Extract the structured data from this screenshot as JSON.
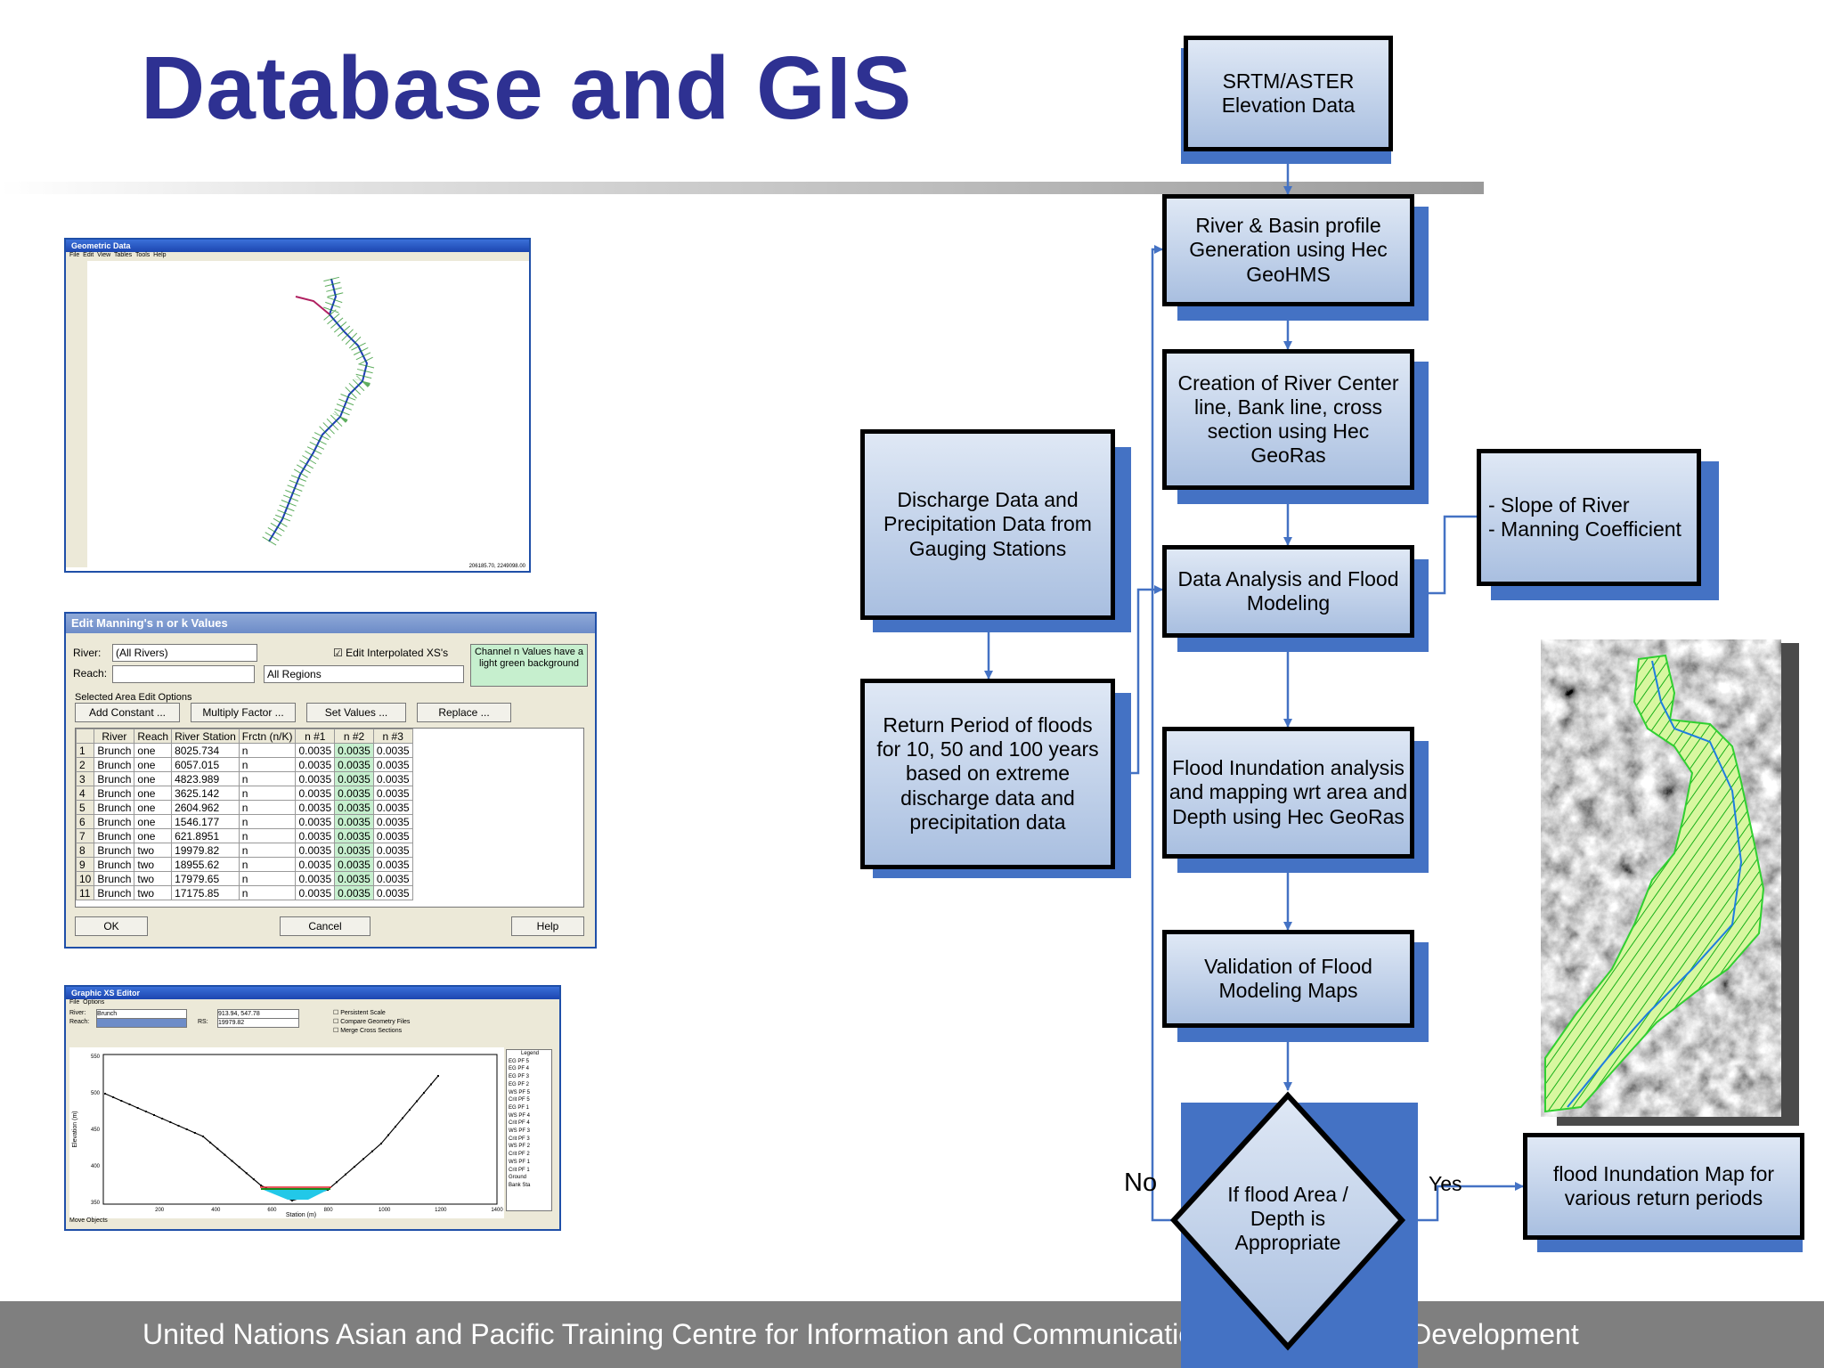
{
  "title": "Database and GIS",
  "footer": "United Nations Asian and Pacific Training Centre for Information and Communication Technology for Development",
  "flowchart": {
    "nodes": {
      "srtm": "SRTM/ASTER\nElevation Data",
      "river_basin": "River & Basin profile\nGeneration using Hec\nGeoHMS",
      "creation": "Creation of  River Center\nline, Bank line, cross\nsection using Hec\nGeoRas",
      "discharge": "Discharge Data and\nPrecipitation Data from\nGauging Stations",
      "analysis": "Data Analysis and Flood\nModeling",
      "slope": "- Slope of River\n- Manning Coefficient",
      "return_period": "Return Period of floods\nfor 10, 50 and 100 years\nbased on extreme\ndischarge data and\nprecipitation data",
      "inundation": "Flood Inundation analysis\nand mapping wrt area and\nDepth using Hec GeoRas",
      "validation": "Validation of Flood\nModeling  Maps",
      "decision": "If flood Area /\nDepth is\nAppropriate",
      "output": "flood Inundation Map for\nvarious return periods"
    },
    "labels": {
      "no": "No",
      "yes": "Yes"
    }
  },
  "geometric_window": {
    "title": "Geometric Data",
    "menu": [
      "File",
      "Edit",
      "View",
      "Tables",
      "Tools",
      "Help"
    ],
    "status": "206185.70, 2249098.00"
  },
  "mannings_window": {
    "title": "Edit Manning's n or k Values",
    "river_label": "River:",
    "river_value": "(All Rivers)",
    "reach_label": "Reach:",
    "regions_value": "All Regions",
    "edit_interp": "Edit Interpolated XS's",
    "note": "Channel n Values have a light green background",
    "group_label": "Selected Area Edit Options",
    "buttons": [
      "Add Constant ...",
      "Multiply Factor ...",
      "Set Values ...",
      "Replace ..."
    ],
    "columns": [
      "",
      "River",
      "Reach",
      "River Station",
      "Frctn (n/K)",
      "n #1",
      "n #2",
      "n #3"
    ],
    "rows": [
      [
        "1",
        "Brunch",
        "one",
        "8025.734",
        "n",
        "0.0035",
        "0.0035",
        "0.0035"
      ],
      [
        "2",
        "Brunch",
        "one",
        "6057.015",
        "n",
        "0.0035",
        "0.0035",
        "0.0035"
      ],
      [
        "3",
        "Brunch",
        "one",
        "4823.989",
        "n",
        "0.0035",
        "0.0035",
        "0.0035"
      ],
      [
        "4",
        "Brunch",
        "one",
        "3625.142",
        "n",
        "0.0035",
        "0.0035",
        "0.0035"
      ],
      [
        "5",
        "Brunch",
        "one",
        "2604.962",
        "n",
        "0.0035",
        "0.0035",
        "0.0035"
      ],
      [
        "6",
        "Brunch",
        "one",
        "1546.177",
        "n",
        "0.0035",
        "0.0035",
        "0.0035"
      ],
      [
        "7",
        "Brunch",
        "one",
        "621.8951",
        "n",
        "0.0035",
        "0.0035",
        "0.0035"
      ],
      [
        "8",
        "Brunch",
        "two",
        "19979.82",
        "n",
        "0.0035",
        "0.0035",
        "0.0035"
      ],
      [
        "9",
        "Brunch",
        "two",
        "18955.62",
        "n",
        "0.0035",
        "0.0035",
        "0.0035"
      ],
      [
        "10",
        "Brunch",
        "two",
        "17979.65",
        "n",
        "0.0035",
        "0.0035",
        "0.0035"
      ],
      [
        "11",
        "Brunch",
        "two",
        "17175.85",
        "n",
        "0.0035",
        "0.0035",
        "0.0035"
      ]
    ],
    "ok": "OK",
    "cancel": "Cancel",
    "help": "Help"
  },
  "xs_window": {
    "title": "Graphic XS Editor",
    "menu": [
      "File",
      "Options"
    ],
    "river_label": "River:",
    "river_value": "Brunch",
    "reach_label": "Reach:",
    "rs_label": "RS:",
    "rs_value": "19979.82",
    "coords": "913.94, 547.78",
    "options": [
      "Persistent Scale",
      "Compare Geometry Files",
      "Merge Cross Sections"
    ],
    "xlabel": "Station (m)",
    "ylabel": "Elevation (m)",
    "x_ticks": [
      "200",
      "400",
      "600",
      "800",
      "1000",
      "1200",
      "1400"
    ],
    "y_ticks": [
      "550",
      "500",
      "450",
      "400",
      "350"
    ],
    "legend_title": "Legend",
    "legend": [
      "EG PF 5",
      "EG PF 4",
      "EG PF 3",
      "EG PF 2",
      "WS PF 5",
      "Crit PF 5",
      "EG PF 1",
      "WS PF 4",
      "Crit PF 4",
      "WS PF 3",
      "Crit PF 3",
      "WS PF 2",
      "Crit PF 2",
      "WS PF 1",
      "Crit PF 1",
      "Ground",
      "Bank Sta"
    ],
    "footer": "Move Objects"
  },
  "colors": {
    "title": "#2e3192",
    "shadow": "#4472c4",
    "connector": "#4472c4",
    "footer": "#7f7f7f"
  }
}
